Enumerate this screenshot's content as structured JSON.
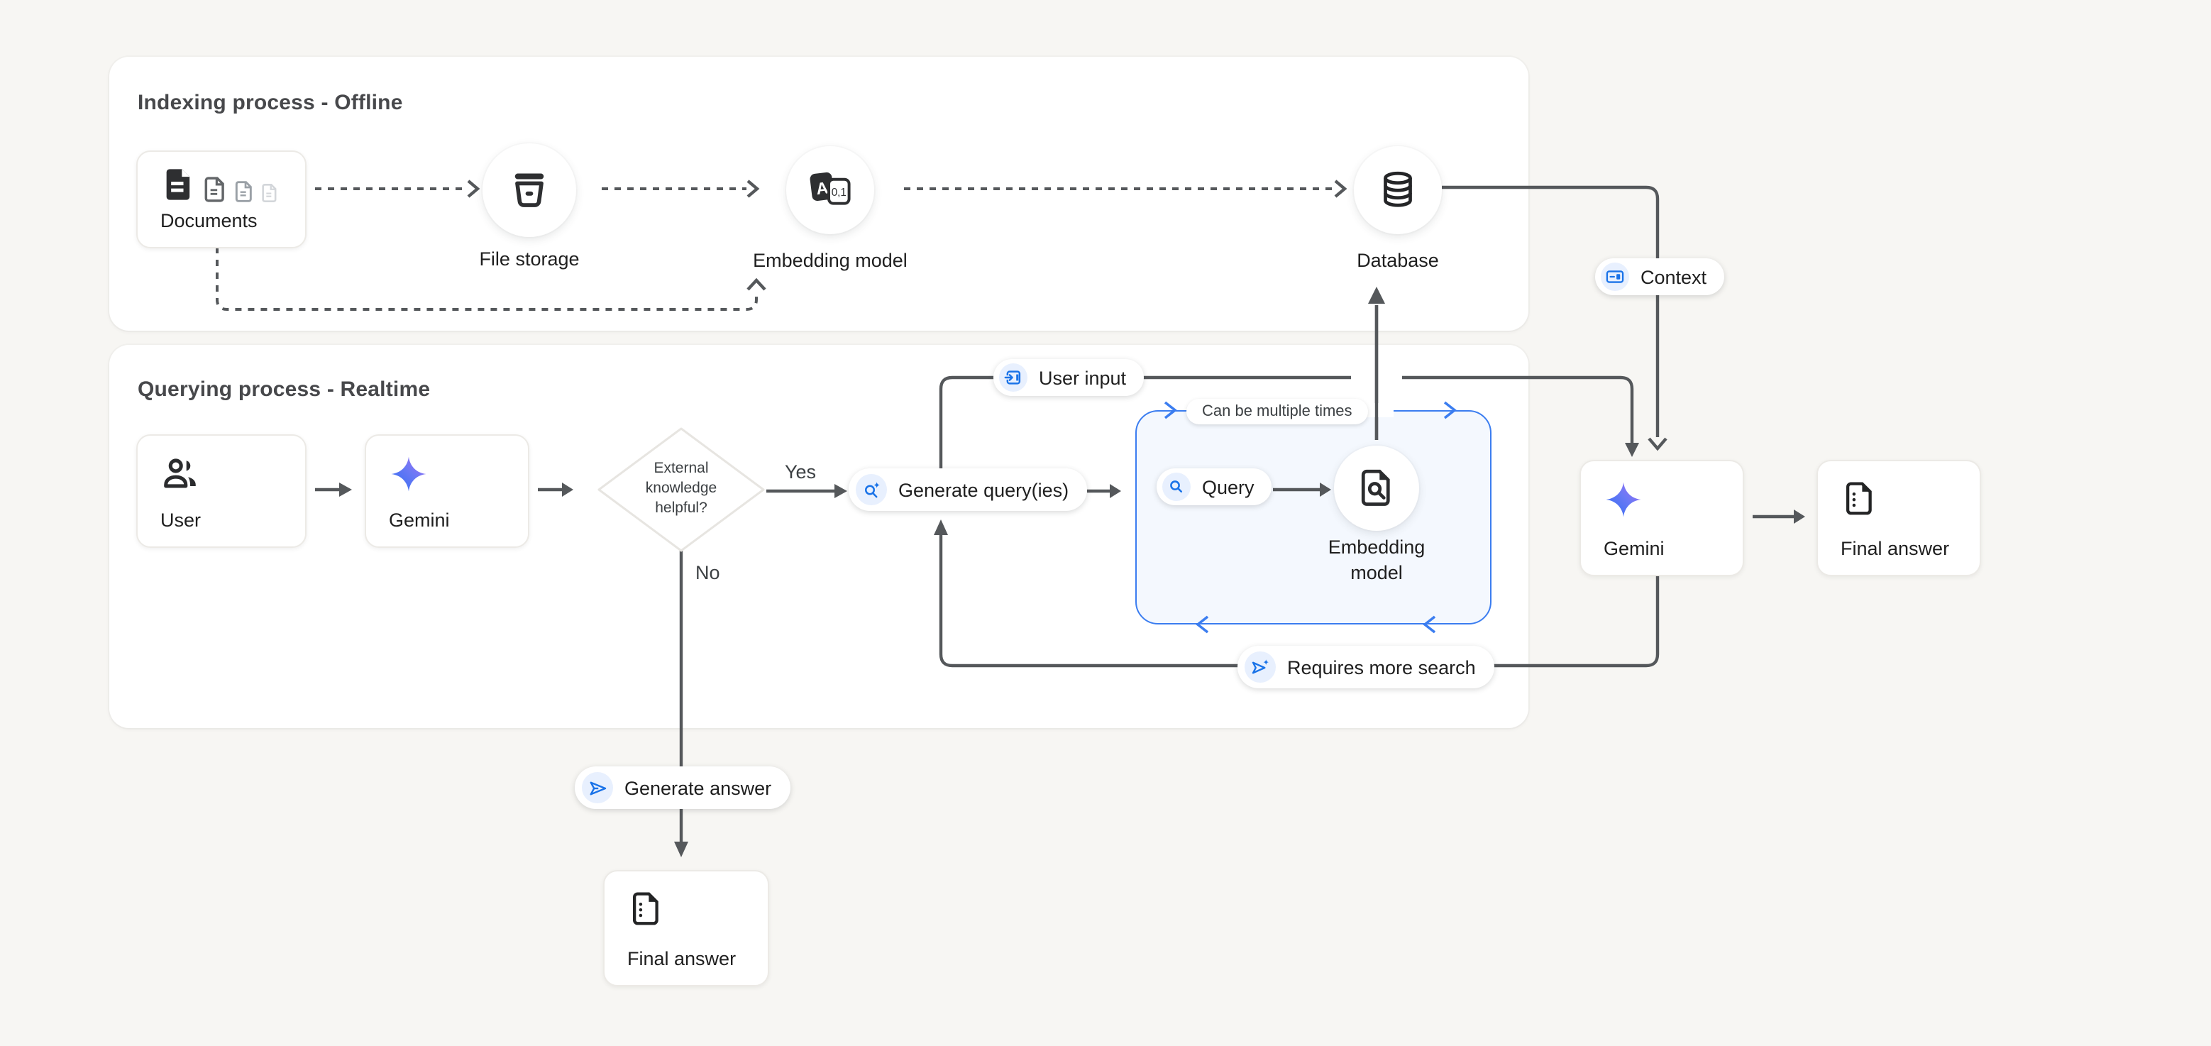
{
  "colors": {
    "background": "#f7f6f3",
    "line_gray": "#55585b",
    "accent_blue": "#1a73e8",
    "box_border_blue": "#3b7df0",
    "box_fill_blue": "#f4f8fe",
    "chip_blue": "#e8f0fe"
  },
  "indexing_panel": {
    "title": "Indexing process - Offline",
    "documents_label": "Documents",
    "file_storage_label": "File storage",
    "embedding_model_label": "Embedding model",
    "database_label": "Database"
  },
  "querying_panel": {
    "title": "Querying process - Realtime",
    "user_label": "User",
    "gemini_label": "Gemini",
    "decision_line1": "External",
    "decision_line2": "knowledge",
    "decision_line3": "helpful?",
    "yes_label": "Yes",
    "no_label": "No",
    "generate_queries_label": "Generate query(ies)",
    "user_input_label": "User input",
    "loop_box_note": "Can be multiple times",
    "query_label": "Query",
    "embedding_model_line1": "Embedding",
    "embedding_model_line2": "model",
    "requires_more_search_label": "Requires more search",
    "generate_answer_label": "Generate answer",
    "final_answer_label": "Final answer"
  },
  "right_flow": {
    "context_label": "Context",
    "gemini_label": "Gemini",
    "final_answer_label": "Final answer"
  },
  "icon_glyphs": {
    "embedding_a": "A",
    "embedding_01": "0,1"
  }
}
